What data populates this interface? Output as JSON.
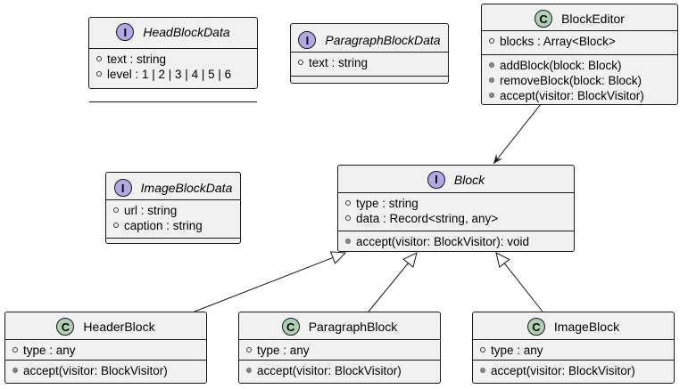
{
  "diagram": {
    "classes": [
      {
        "id": "headblockdata",
        "stereotype": "I",
        "name": "HeadBlockData",
        "abstract": true,
        "fields": [
          "text : string",
          "level : 1 | 2 | 3 | 4 | 5 | 6"
        ],
        "methods": []
      },
      {
        "id": "paragraphblockdata",
        "stereotype": "I",
        "name": "ParagraphBlockData",
        "abstract": true,
        "fields": [
          "text : string"
        ],
        "methods": []
      },
      {
        "id": "blockeditor",
        "stereotype": "C",
        "name": "BlockEditor",
        "abstract": false,
        "fields": [
          "blocks : Array<Block>"
        ],
        "methods": [
          "addBlock(block: Block)",
          "removeBlock(block: Block)",
          "accept(visitor: BlockVisitor)"
        ]
      },
      {
        "id": "imageblockdata",
        "stereotype": "I",
        "name": "ImageBlockData",
        "abstract": true,
        "fields": [
          "url : string",
          "caption : string"
        ],
        "methods": []
      },
      {
        "id": "block",
        "stereotype": "I",
        "name": "Block",
        "abstract": true,
        "fields": [
          "type : string",
          "data : Record<string, any>"
        ],
        "methods": [
          "accept(visitor: BlockVisitor): void"
        ]
      },
      {
        "id": "headerblock",
        "stereotype": "C",
        "name": "HeaderBlock",
        "abstract": false,
        "fields": [
          "type : any"
        ],
        "methods": [
          "accept(visitor: BlockVisitor)"
        ]
      },
      {
        "id": "paragraphblock",
        "stereotype": "C",
        "name": "ParagraphBlock",
        "abstract": false,
        "fields": [
          "type : any"
        ],
        "methods": [
          "accept(visitor: BlockVisitor)"
        ]
      },
      {
        "id": "imageblock",
        "stereotype": "C",
        "name": "ImageBlock",
        "abstract": false,
        "fields": [
          "type : any"
        ],
        "methods": [
          "accept(visitor: BlockVisitor)"
        ]
      }
    ],
    "relations": [
      {
        "from": "blockeditor",
        "to": "block",
        "kind": "association"
      },
      {
        "from": "headerblock",
        "to": "block",
        "kind": "realization"
      },
      {
        "from": "paragraphblock",
        "to": "block",
        "kind": "realization"
      },
      {
        "from": "imageblock",
        "to": "block",
        "kind": "realization"
      }
    ],
    "colors": {
      "interface_badge": "#b4a7e5",
      "class_badge": "#add1b2",
      "box_fill": "#f1f1f1",
      "line": "#181818"
    }
  }
}
